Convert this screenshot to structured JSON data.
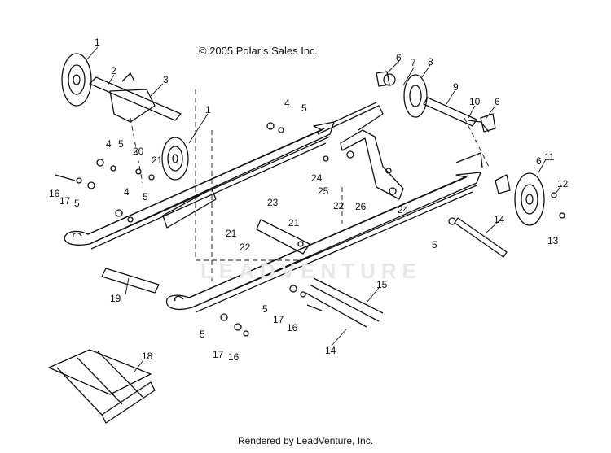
{
  "copyright": "© 2005 Polaris Sales Inc.",
  "footer": "Rendered by LeadVenture, Inc.",
  "watermark": "LEADVENTURE",
  "callouts": [
    "1",
    "2",
    "3",
    "1",
    "4",
    "5",
    "4",
    "5",
    "20",
    "21",
    "16",
    "17",
    "5",
    "4",
    "5",
    "6",
    "7",
    "8",
    "9",
    "10",
    "6",
    "24",
    "25",
    "22",
    "26",
    "24",
    "6",
    "11",
    "12",
    "13",
    "14",
    "5",
    "23",
    "21",
    "21",
    "22",
    "19",
    "15",
    "5",
    "17",
    "16",
    "14",
    "5",
    "17",
    "16",
    "18"
  ]
}
